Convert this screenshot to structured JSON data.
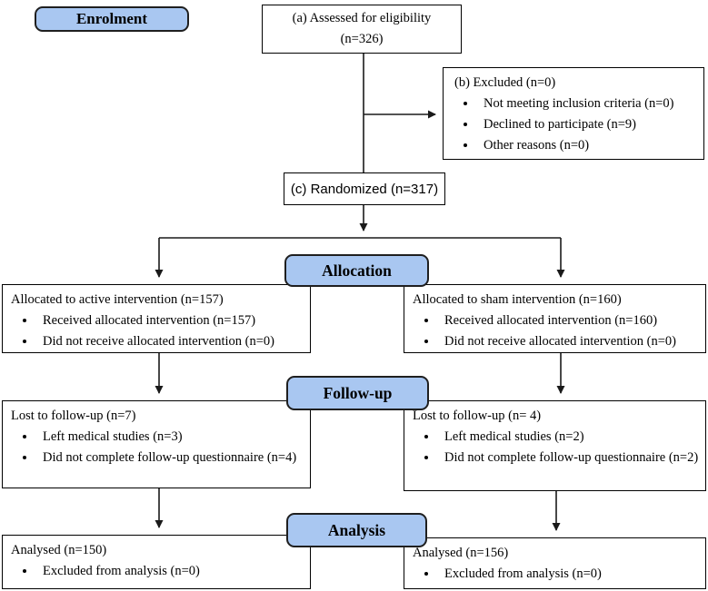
{
  "figure": {
    "stages": {
      "enrolment": "Enrolment",
      "allocation": "Allocation",
      "followup": "Follow-up",
      "analysis": "Analysis"
    },
    "colors": {
      "stage_fill": "#a9c7f1",
      "stage_border": "#1f1f1f",
      "box_border": "#000000",
      "connector_line": "#1a1a1a",
      "background": "#ffffff"
    },
    "boxes": {
      "assessed": {
        "line1": "(a) Assessed for eligibility",
        "line2": "(n=326)"
      },
      "excluded": {
        "title": "(b) Excluded (n=0)",
        "bullets": [
          "Not meeting inclusion criteria (n=0)",
          "Declined to participate (n=9)",
          "Other reasons (n=0)"
        ]
      },
      "randomized": {
        "label": "(c) Randomized (n=317)"
      },
      "allocated_active": {
        "title": "Allocated to active intervention (n=157)",
        "bullets": [
          "Received allocated intervention (n=157)",
          "Did not receive allocated intervention (n=0)"
        ]
      },
      "allocated_sham": {
        "title": "Allocated to sham intervention (n=160)",
        "bullets": [
          "Received allocated intervention (n=160)",
          "Did not receive allocated intervention (n=0)"
        ]
      },
      "lost_active": {
        "title": "Lost to follow-up (n=7)",
        "bullets": [
          "Left medical studies (n=3)",
          "Did not complete follow-up questionnaire (n=4)"
        ]
      },
      "lost_sham": {
        "title": "Lost to follow-up (n= 4)",
        "bullets": [
          "Left medical studies (n=2)",
          "Did not complete follow-up questionnaire (n=2)"
        ]
      },
      "analysed_active": {
        "title": "Analysed (n=150)",
        "bullets": [
          "Excluded from analysis (n=0)"
        ]
      },
      "analysed_sham": {
        "title": "Analysed (n=156)",
        "bullets": [
          "Excluded from analysis (n=0)"
        ]
      }
    }
  }
}
